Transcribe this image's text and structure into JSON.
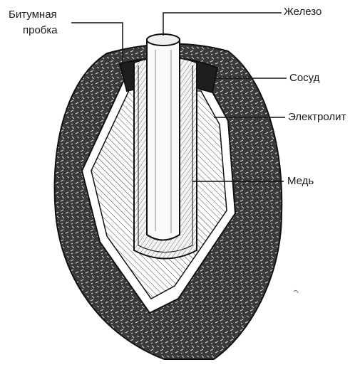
{
  "labels": {
    "bitumen_line1": "Битумная",
    "bitumen_line2": "пробка",
    "iron": "Железо",
    "vessel": "Сосуд",
    "electrolyte": "Электролит",
    "copper": "Медь"
  },
  "colors": {
    "ink": "#1a1a1a",
    "vessel_fill": "#3a3a3a",
    "background": "#ffffff"
  }
}
